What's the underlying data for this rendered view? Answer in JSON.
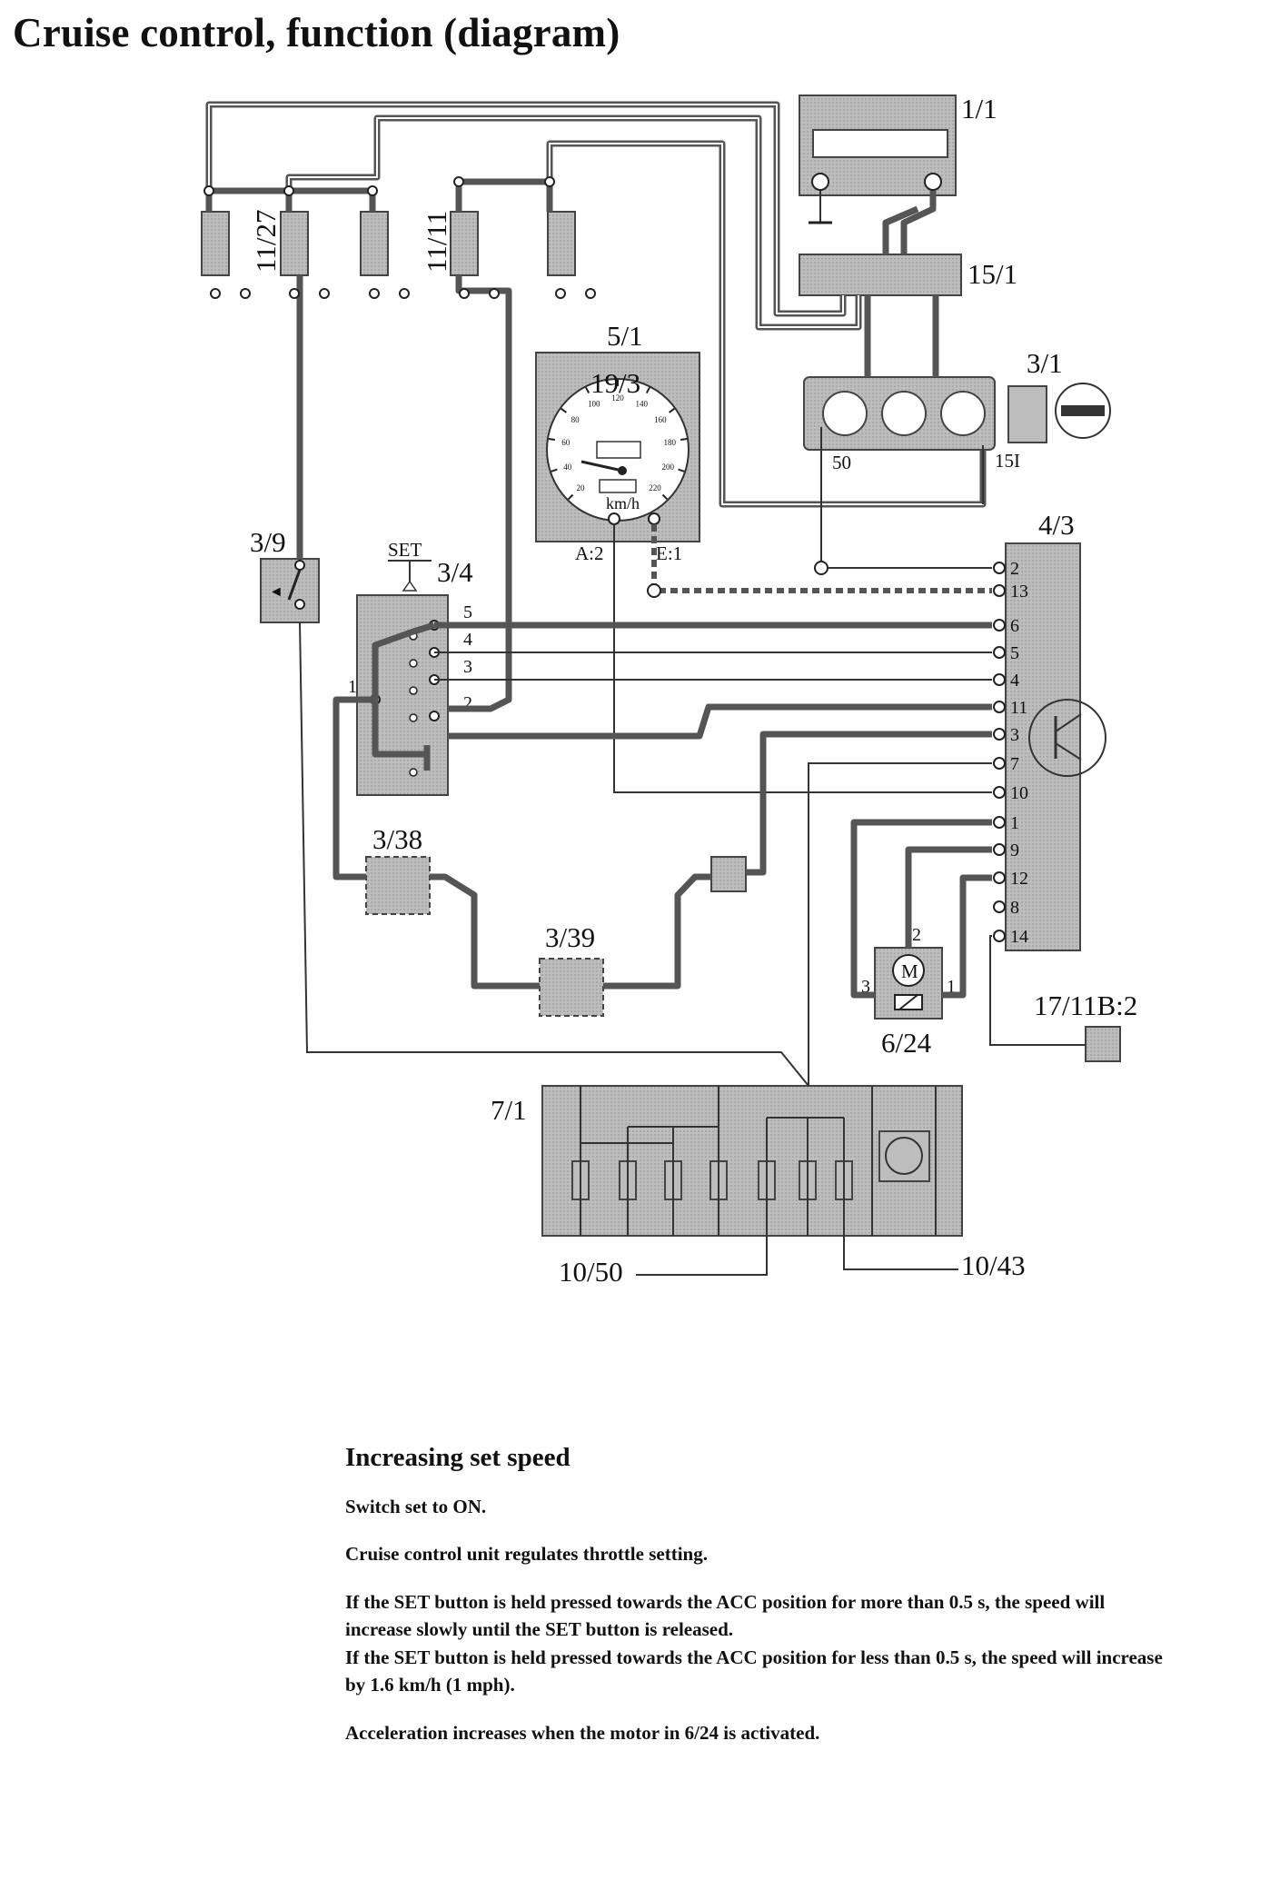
{
  "title": "Cruise control, function (diagram)",
  "diagram": {
    "labels": {
      "c1_1": "1/1",
      "c15_1": "15/1",
      "c3_1": "3/1",
      "c5_1": "5/1",
      "c19_3": "19/3",
      "c4_3": "4/3",
      "c3_9": "3/9",
      "c3_4": "3/4",
      "set": "SET",
      "c11_27": "11/27",
      "c11_11": "11/11",
      "c3_38": "3/38",
      "c3_39": "3/39",
      "c6_24": "6/24",
      "c17_11b": "17/11B:2",
      "c7_1": "7/1",
      "c10_50": "10/50",
      "c10_43": "10/43",
      "a2": "A:2",
      "e1": "E:1",
      "t50": "50",
      "t15i": "15I",
      "kmh": "km/h",
      "motor": "M"
    },
    "speedo_ticks": [
      "20",
      "40",
      "60",
      "80",
      "100",
      "120",
      "140",
      "160",
      "180",
      "200",
      "220"
    ],
    "ecu_pins": [
      "2",
      "13",
      "6",
      "5",
      "4",
      "11",
      "3",
      "7",
      "10",
      "1",
      "9",
      "12",
      "8",
      "14"
    ],
    "switch_pins": [
      "5",
      "4",
      "3",
      "2",
      "1"
    ],
    "motor_pins": [
      "2",
      "3",
      "1"
    ]
  },
  "description": {
    "heading": "Increasing set speed",
    "p1": "Switch set to ON.",
    "p2": "Cruise control unit regulates throttle setting.",
    "p3": "If the SET button is held pressed towards the ACC position for more than 0.5 s, the speed will increase slowly until the SET button is released.",
    "p4": "If the SET button is held pressed towards the ACC position for less than 0.5 s, the speed will increase by 1.6 km/h (1 mph).",
    "p5": "Acceleration increases when the motor in 6/24 is activated."
  }
}
